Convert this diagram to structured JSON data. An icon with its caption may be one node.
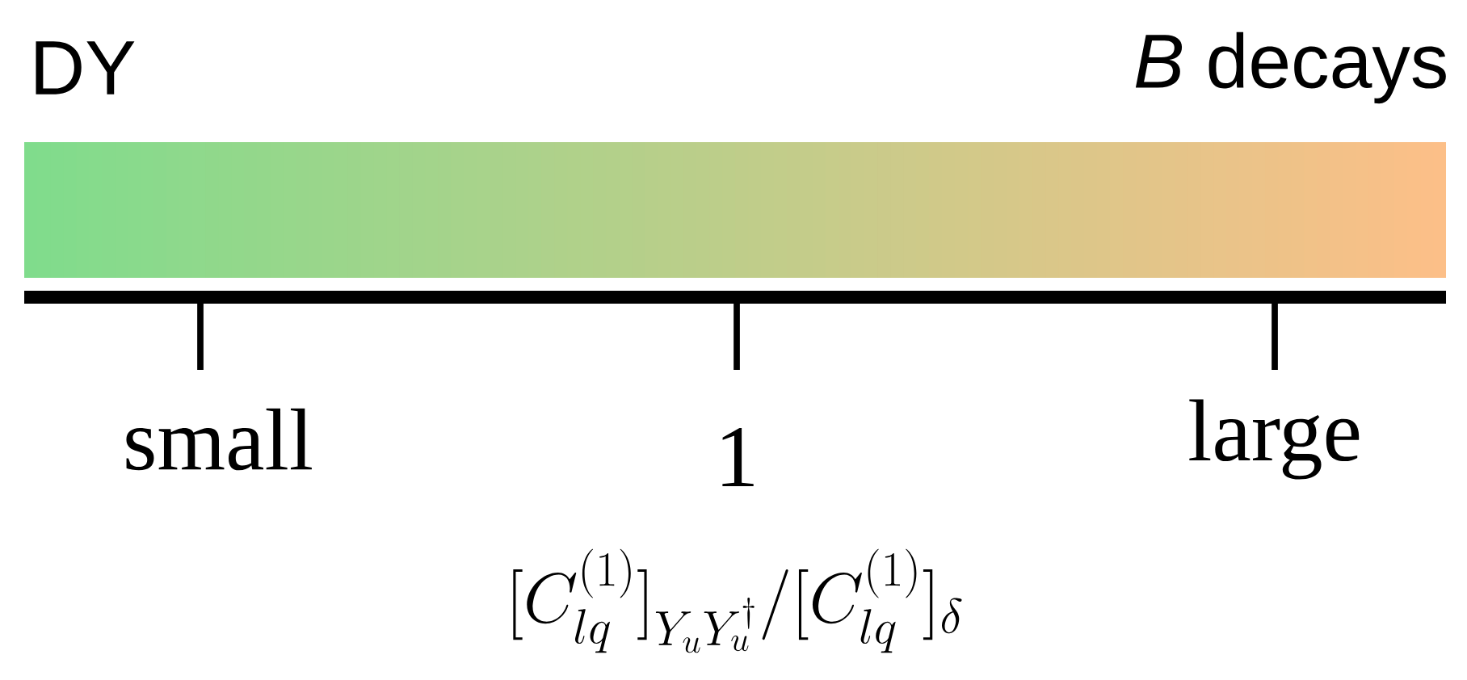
{
  "diagram": {
    "labels": [
      "DY",
      "*B* decays",
      "small",
      "1",
      "large",
      "[C^{(1)}_{lq}]_{Y_uY_u^\\dagger}/[C^{(1)}_{lq}]_{\\delta}"
    ]
  }
}
